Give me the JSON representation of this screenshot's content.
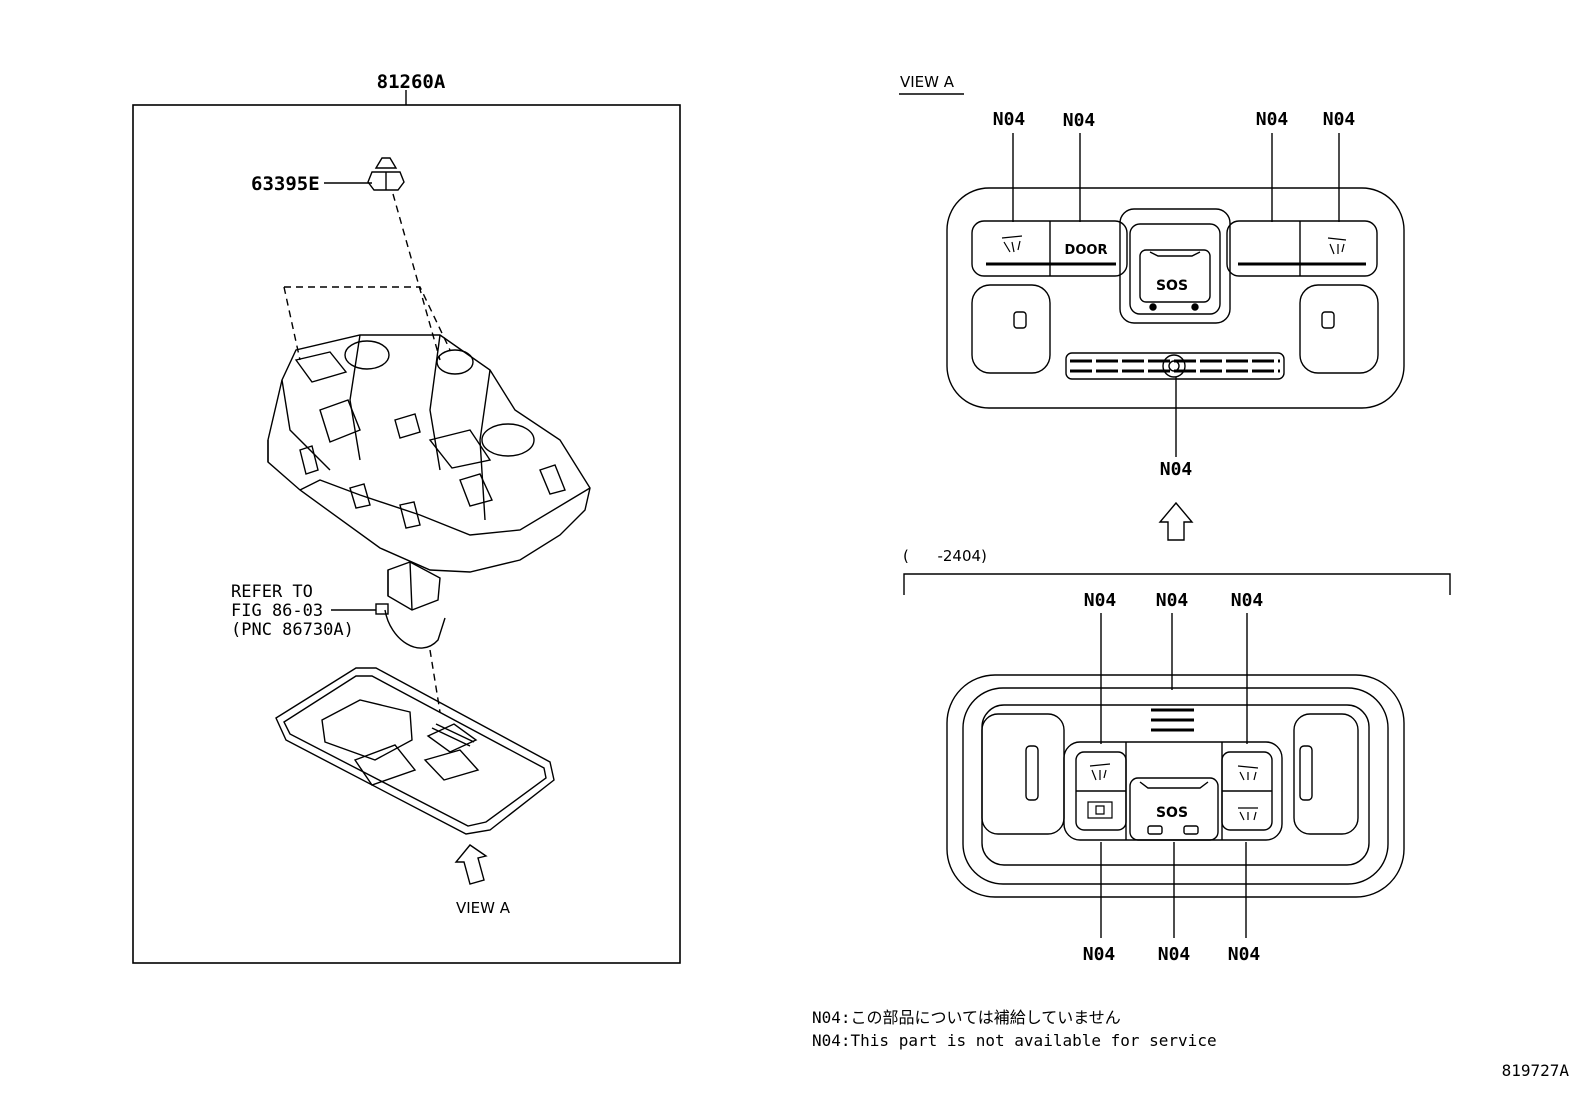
{
  "left_panel": {
    "assembly_part": "81260A",
    "clip_part": "63395E",
    "refer_line1": "REFER TO",
    "refer_line2": "FIG 86-03",
    "refer_line3": "(PNC 86730A)",
    "view_label": "VIEW A"
  },
  "view_a_top": {
    "heading": "VIEW A",
    "callouts": [
      "N04",
      "N04",
      "N04",
      "N04",
      "N04"
    ],
    "button_door": "DOOR",
    "button_sos": "SOS"
  },
  "view_a_bottom": {
    "range": "(      -2404)",
    "callouts_top": [
      "N04",
      "N04",
      "N04"
    ],
    "callouts_bottom": [
      "N04",
      "N04",
      "N04"
    ],
    "button_sos": "SOS"
  },
  "notes": {
    "ja": "N04:この部品については補給していません",
    "en": "N04:This part is not available for service"
  },
  "figure_number": "819727A"
}
